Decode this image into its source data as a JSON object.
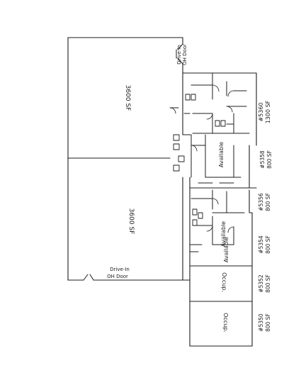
{
  "plan": {
    "areas": {
      "upper_large": "3600 SF",
      "lower_large": "3600 SF"
    },
    "drive_in_top": {
      "line1": "Drive-In",
      "line2": "OH Door"
    },
    "drive_in_bottom": {
      "line1": "Drive-In",
      "line2": "OH Door"
    },
    "suites": [
      {
        "number": "#5360",
        "area": "1300 SF"
      },
      {
        "number": "#5358",
        "area": "800 SF"
      },
      {
        "number": "#5356",
        "area": "800 SF"
      },
      {
        "number": "#5354",
        "area": "800 SF"
      },
      {
        "number": "#5352",
        "area": "800 SF"
      },
      {
        "number": "#5350",
        "area": "800 SF"
      }
    ],
    "status": {
      "available_upper": "Available",
      "available_mid": "Available",
      "available_lower": "Available",
      "occupied_5352": "Occup.",
      "occupied_5350": "Occup."
    }
  }
}
